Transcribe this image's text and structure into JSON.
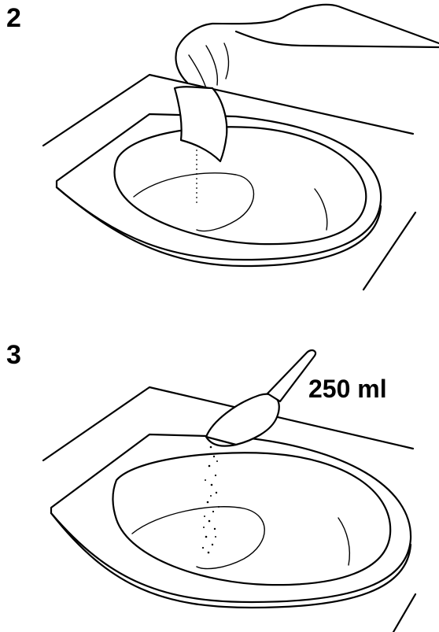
{
  "steps": [
    {
      "number": "2"
    },
    {
      "number": "3",
      "amount": "250 ml"
    }
  ]
}
